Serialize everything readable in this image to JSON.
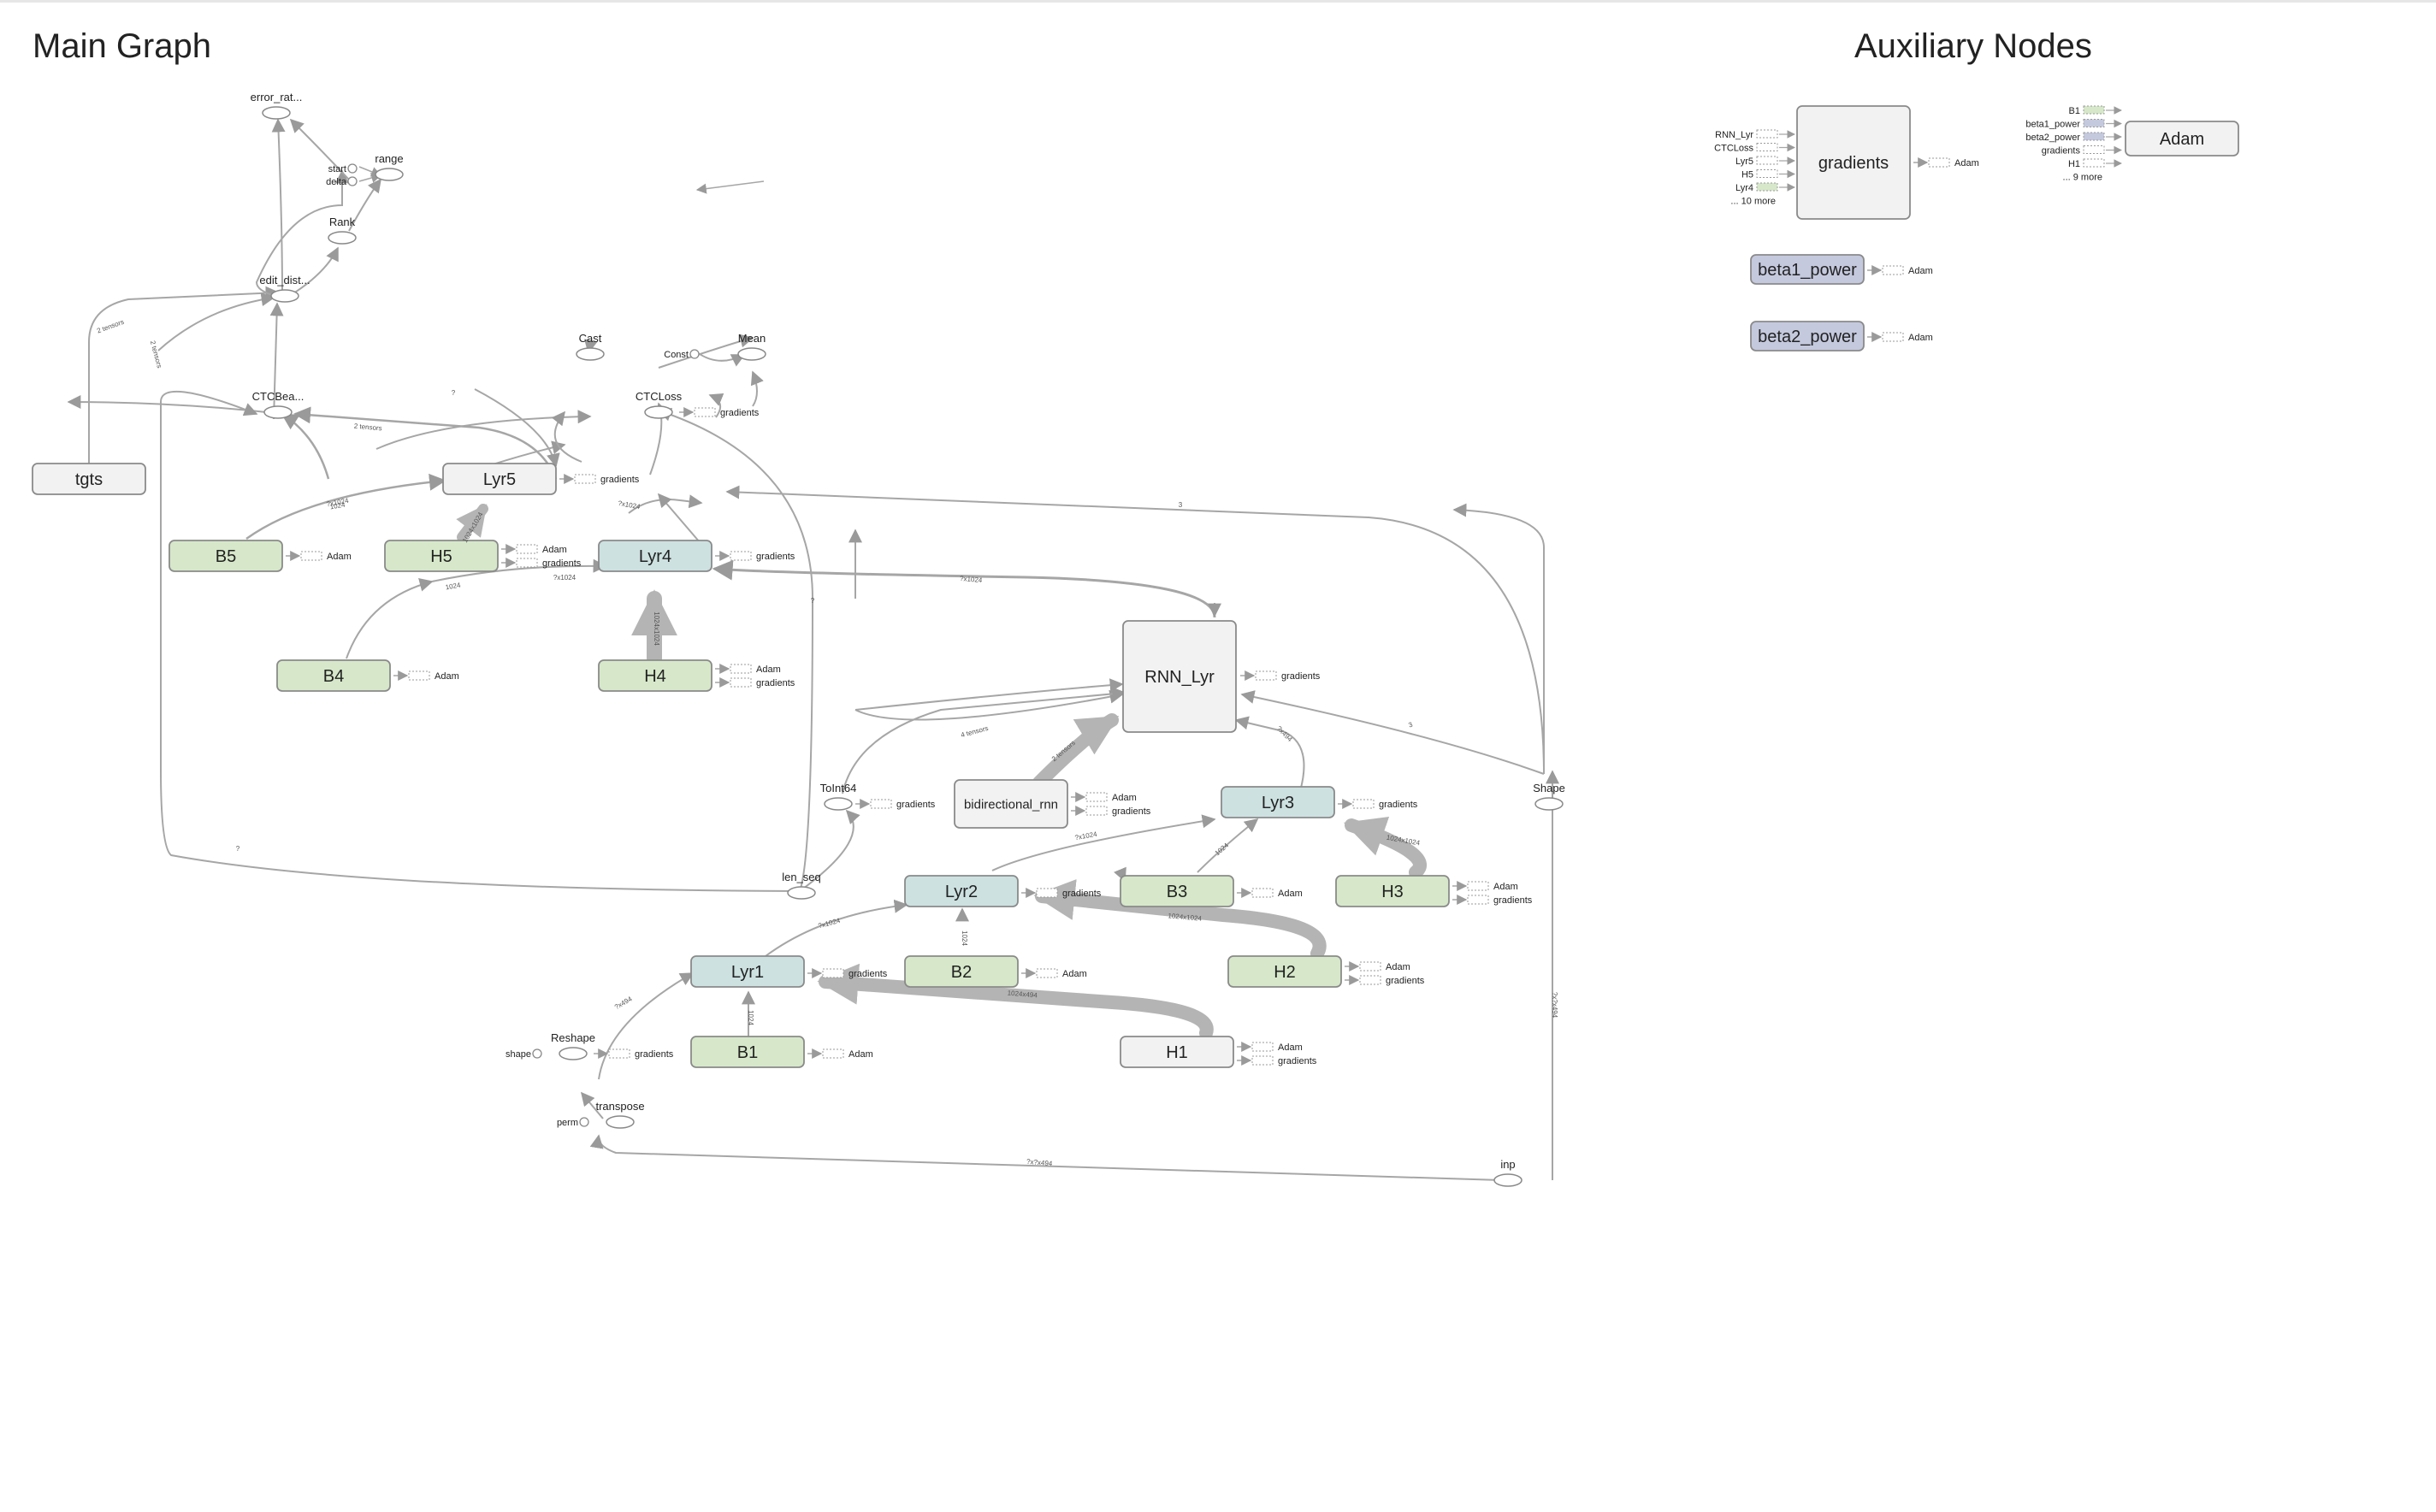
{
  "titles": {
    "main": "Main Graph",
    "aux": "Auxiliary Nodes"
  },
  "colors": {
    "node_default": "#f2f2f2",
    "node_variable": "#d6e8c9",
    "node_layer": "#cde1e1",
    "node_aux_var": "#c4c9de",
    "edge": "#a6a6a6",
    "text": "#222222"
  },
  "nodes": [
    {
      "id": "tgts",
      "label": "tgts",
      "kind": "default"
    },
    {
      "id": "lyr5",
      "label": "Lyr5",
      "kind": "default"
    },
    {
      "id": "lyr4",
      "label": "Lyr4",
      "kind": "layer"
    },
    {
      "id": "b5",
      "label": "B5",
      "kind": "variable"
    },
    {
      "id": "h5",
      "label": "H5",
      "kind": "variable"
    },
    {
      "id": "b4",
      "label": "B4",
      "kind": "variable"
    },
    {
      "id": "h4",
      "label": "H4",
      "kind": "variable"
    },
    {
      "id": "rnn_lyr",
      "label": "RNN_Lyr",
      "kind": "default"
    },
    {
      "id": "bidirectional_rnn",
      "label": "bidirectional_rnn",
      "kind": "default"
    },
    {
      "id": "lyr3",
      "label": "Lyr3",
      "kind": "layer"
    },
    {
      "id": "b3",
      "label": "B3",
      "kind": "variable"
    },
    {
      "id": "h3",
      "label": "H3",
      "kind": "variable"
    },
    {
      "id": "lyr2",
      "label": "Lyr2",
      "kind": "layer"
    },
    {
      "id": "b2",
      "label": "B2",
      "kind": "variable"
    },
    {
      "id": "h2",
      "label": "H2",
      "kind": "variable"
    },
    {
      "id": "lyr1",
      "label": "Lyr1",
      "kind": "layer"
    },
    {
      "id": "b1",
      "label": "B1",
      "kind": "variable"
    },
    {
      "id": "h1",
      "label": "H1",
      "kind": "default"
    },
    {
      "id": "gradients_aux",
      "label": "gradients",
      "kind": "default"
    },
    {
      "id": "adam_aux",
      "label": "Adam",
      "kind": "default"
    },
    {
      "id": "beta1_power",
      "label": "beta1_power",
      "kind": "aux_var"
    },
    {
      "id": "beta2_power",
      "label": "beta2_power",
      "kind": "aux_var"
    }
  ],
  "ops": [
    {
      "id": "error_rate",
      "label": "error_rat..."
    },
    {
      "id": "range",
      "label": "range"
    },
    {
      "id": "rank",
      "label": "Rank"
    },
    {
      "id": "edit_dist",
      "label": "edit_dist..."
    },
    {
      "id": "cast",
      "label": "Cast"
    },
    {
      "id": "mean",
      "label": "Mean"
    },
    {
      "id": "ctc_beam",
      "label": "CTCBea..."
    },
    {
      "id": "ctc_loss",
      "label": "CTCLoss"
    },
    {
      "id": "toint64",
      "label": "ToInt64"
    },
    {
      "id": "len_seq",
      "label": "len_seq"
    },
    {
      "id": "shape",
      "label": "Shape"
    },
    {
      "id": "reshape",
      "label": "Reshape"
    },
    {
      "id": "transpose",
      "label": "transpose"
    },
    {
      "id": "inp",
      "label": "inp"
    }
  ],
  "consts": [
    {
      "id": "start",
      "label": "start"
    },
    {
      "id": "delta",
      "label": "delta"
    },
    {
      "id": "const",
      "label": "Const"
    },
    {
      "id": "shape_c",
      "label": "shape"
    },
    {
      "id": "perm",
      "label": "perm"
    }
  ],
  "aux_refs": [
    {
      "id": "ref_ctcloss_grad",
      "label": "gradients"
    },
    {
      "id": "ref_lyr5_grad",
      "label": "gradients"
    },
    {
      "id": "ref_b5_adam",
      "label": "Adam"
    },
    {
      "id": "ref_h5_adam",
      "label": "Adam"
    },
    {
      "id": "ref_h5_grad",
      "label": "gradients"
    },
    {
      "id": "ref_lyr4_grad",
      "label": "gradients"
    },
    {
      "id": "ref_b4_adam",
      "label": "Adam"
    },
    {
      "id": "ref_h4_adam",
      "label": "Adam"
    },
    {
      "id": "ref_h4_grad",
      "label": "gradients"
    },
    {
      "id": "ref_rnn_grad",
      "label": "gradients"
    },
    {
      "id": "ref_toint64_grad",
      "label": "gradients"
    },
    {
      "id": "ref_birnn_adam",
      "label": "Adam"
    },
    {
      "id": "ref_birnn_grad",
      "label": "gradients"
    },
    {
      "id": "ref_lyr3_grad",
      "label": "gradients"
    },
    {
      "id": "ref_lyr2_grad",
      "label": "gradients"
    },
    {
      "id": "ref_b3_adam",
      "label": "Adam"
    },
    {
      "id": "ref_h3_adam",
      "label": "Adam"
    },
    {
      "id": "ref_h3_grad",
      "label": "gradients"
    },
    {
      "id": "ref_lyr1_grad",
      "label": "gradients"
    },
    {
      "id": "ref_b2_adam",
      "label": "Adam"
    },
    {
      "id": "ref_h2_adam",
      "label": "Adam"
    },
    {
      "id": "ref_h2_grad",
      "label": "gradients"
    },
    {
      "id": "ref_reshape_grad",
      "label": "gradients"
    },
    {
      "id": "ref_b1_adam",
      "label": "Adam"
    },
    {
      "id": "ref_h1_adam",
      "label": "Adam"
    },
    {
      "id": "ref_h1_grad",
      "label": "gradients"
    },
    {
      "id": "ref_gradients_adam",
      "label": "Adam"
    },
    {
      "id": "ref_beta1_adam",
      "label": "Adam"
    },
    {
      "id": "ref_beta2_adam",
      "label": "Adam"
    }
  ],
  "aux_inputs": {
    "gradients": [
      "RNN_Lyr",
      "CTCLoss",
      "Lyr5",
      "H5",
      "Lyr4",
      "... 10 more"
    ],
    "adam": [
      "B1",
      "beta1_power",
      "beta2_power",
      "gradients",
      "H1",
      "... 9 more"
    ]
  },
  "edge_labels": [
    {
      "id": "el_1",
      "text": "?x1024"
    },
    {
      "id": "el_2",
      "text": "1024x1024"
    },
    {
      "id": "el_3",
      "text": "?x1024"
    },
    {
      "id": "el_4",
      "text": "1024"
    },
    {
      "id": "el_5",
      "text": "1024"
    },
    {
      "id": "el_6",
      "text": "?x1024"
    },
    {
      "id": "el_7",
      "text": "1024x1024"
    },
    {
      "id": "el_8",
      "text": "2 tensors"
    },
    {
      "id": "el_9",
      "text": "4 tensors"
    },
    {
      "id": "el_10",
      "text": "?x1024"
    },
    {
      "id": "el_11",
      "text": "1024"
    },
    {
      "id": "el_12",
      "text": "1024x1024"
    },
    {
      "id": "el_13",
      "text": "?x1024"
    },
    {
      "id": "el_14",
      "text": "1024x1024"
    },
    {
      "id": "el_15",
      "text": "1024"
    },
    {
      "id": "el_16",
      "text": "?x1024"
    },
    {
      "id": "el_17",
      "text": "1024x494"
    },
    {
      "id": "el_18",
      "text": "1024"
    },
    {
      "id": "el_19",
      "text": "?x494"
    },
    {
      "id": "el_20",
      "text": "?x494"
    },
    {
      "id": "el_21",
      "text": "?x?x494"
    },
    {
      "id": "el_22",
      "text": "3"
    },
    {
      "id": "el_23",
      "text": "3"
    },
    {
      "id": "el_24",
      "text": "2 tensors"
    },
    {
      "id": "el_25",
      "text": "2 tensors"
    },
    {
      "id": "el_26",
      "text": "2 tensors"
    },
    {
      "id": "el_27",
      "text": "?"
    },
    {
      "id": "el_28",
      "text": "?"
    },
    {
      "id": "el_29",
      "text": "?"
    },
    {
      "id": "el_30",
      "text": "?x?x494"
    }
  ]
}
